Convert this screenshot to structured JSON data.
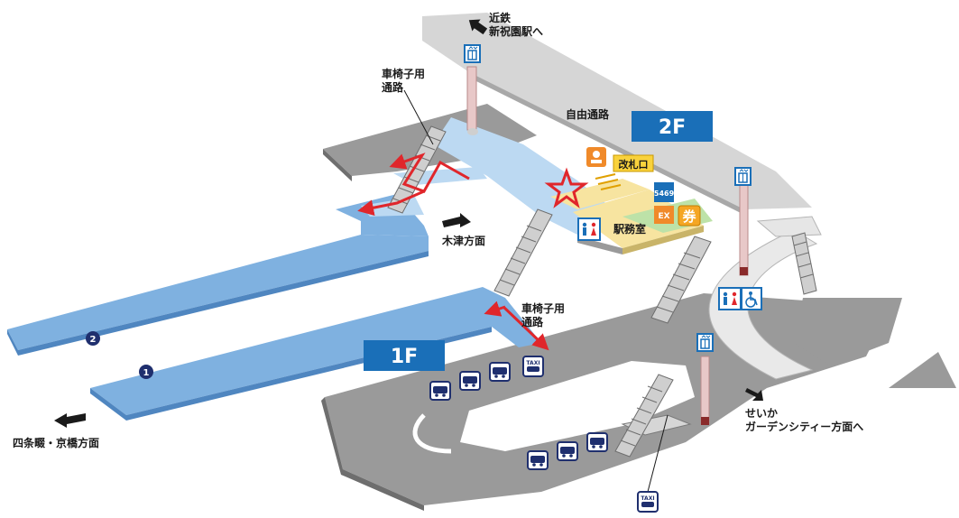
{
  "labels": {
    "kintetsu_line1": "近鉄",
    "kintetsu_line2": "新祝園駅へ",
    "wheelchair_path_upper_1": "車椅子用",
    "wheelchair_path_upper_2": "通路",
    "free_passage": "自由通路",
    "floor_2f": "2F",
    "floor_1f": "1F",
    "ticket_gate": "改札口",
    "station_office": "駅務室",
    "kizu": "木津方面",
    "wheelchair_path_lower_1": "車椅子用",
    "wheelchair_path_lower_2": "通路",
    "platform_1": "1",
    "platform_2": "2",
    "shijonawate_kyobashi": "四条畷・京橋方面",
    "seika_line1": "せいか",
    "seika_line2": "ガーデンシティー方面へ"
  },
  "icons": {
    "ticket_kanji": "券",
    "ex_text": "EX",
    "taxi_text": "TAXI",
    "ic_text": "5469"
  },
  "colors": {
    "platform_blue": "#7fb1e0",
    "platform_blue_dark": "#4f86c0",
    "floor_gray": "#9a9a9a",
    "floor_gray_dark": "#6e6e6e",
    "concourse_gray": "#d6d6d6",
    "floor_badge": "#1a6fb8",
    "route_red": "#e0262b",
    "office_yellow": "#f7e4a0",
    "navy": "#1f2f6e"
  }
}
